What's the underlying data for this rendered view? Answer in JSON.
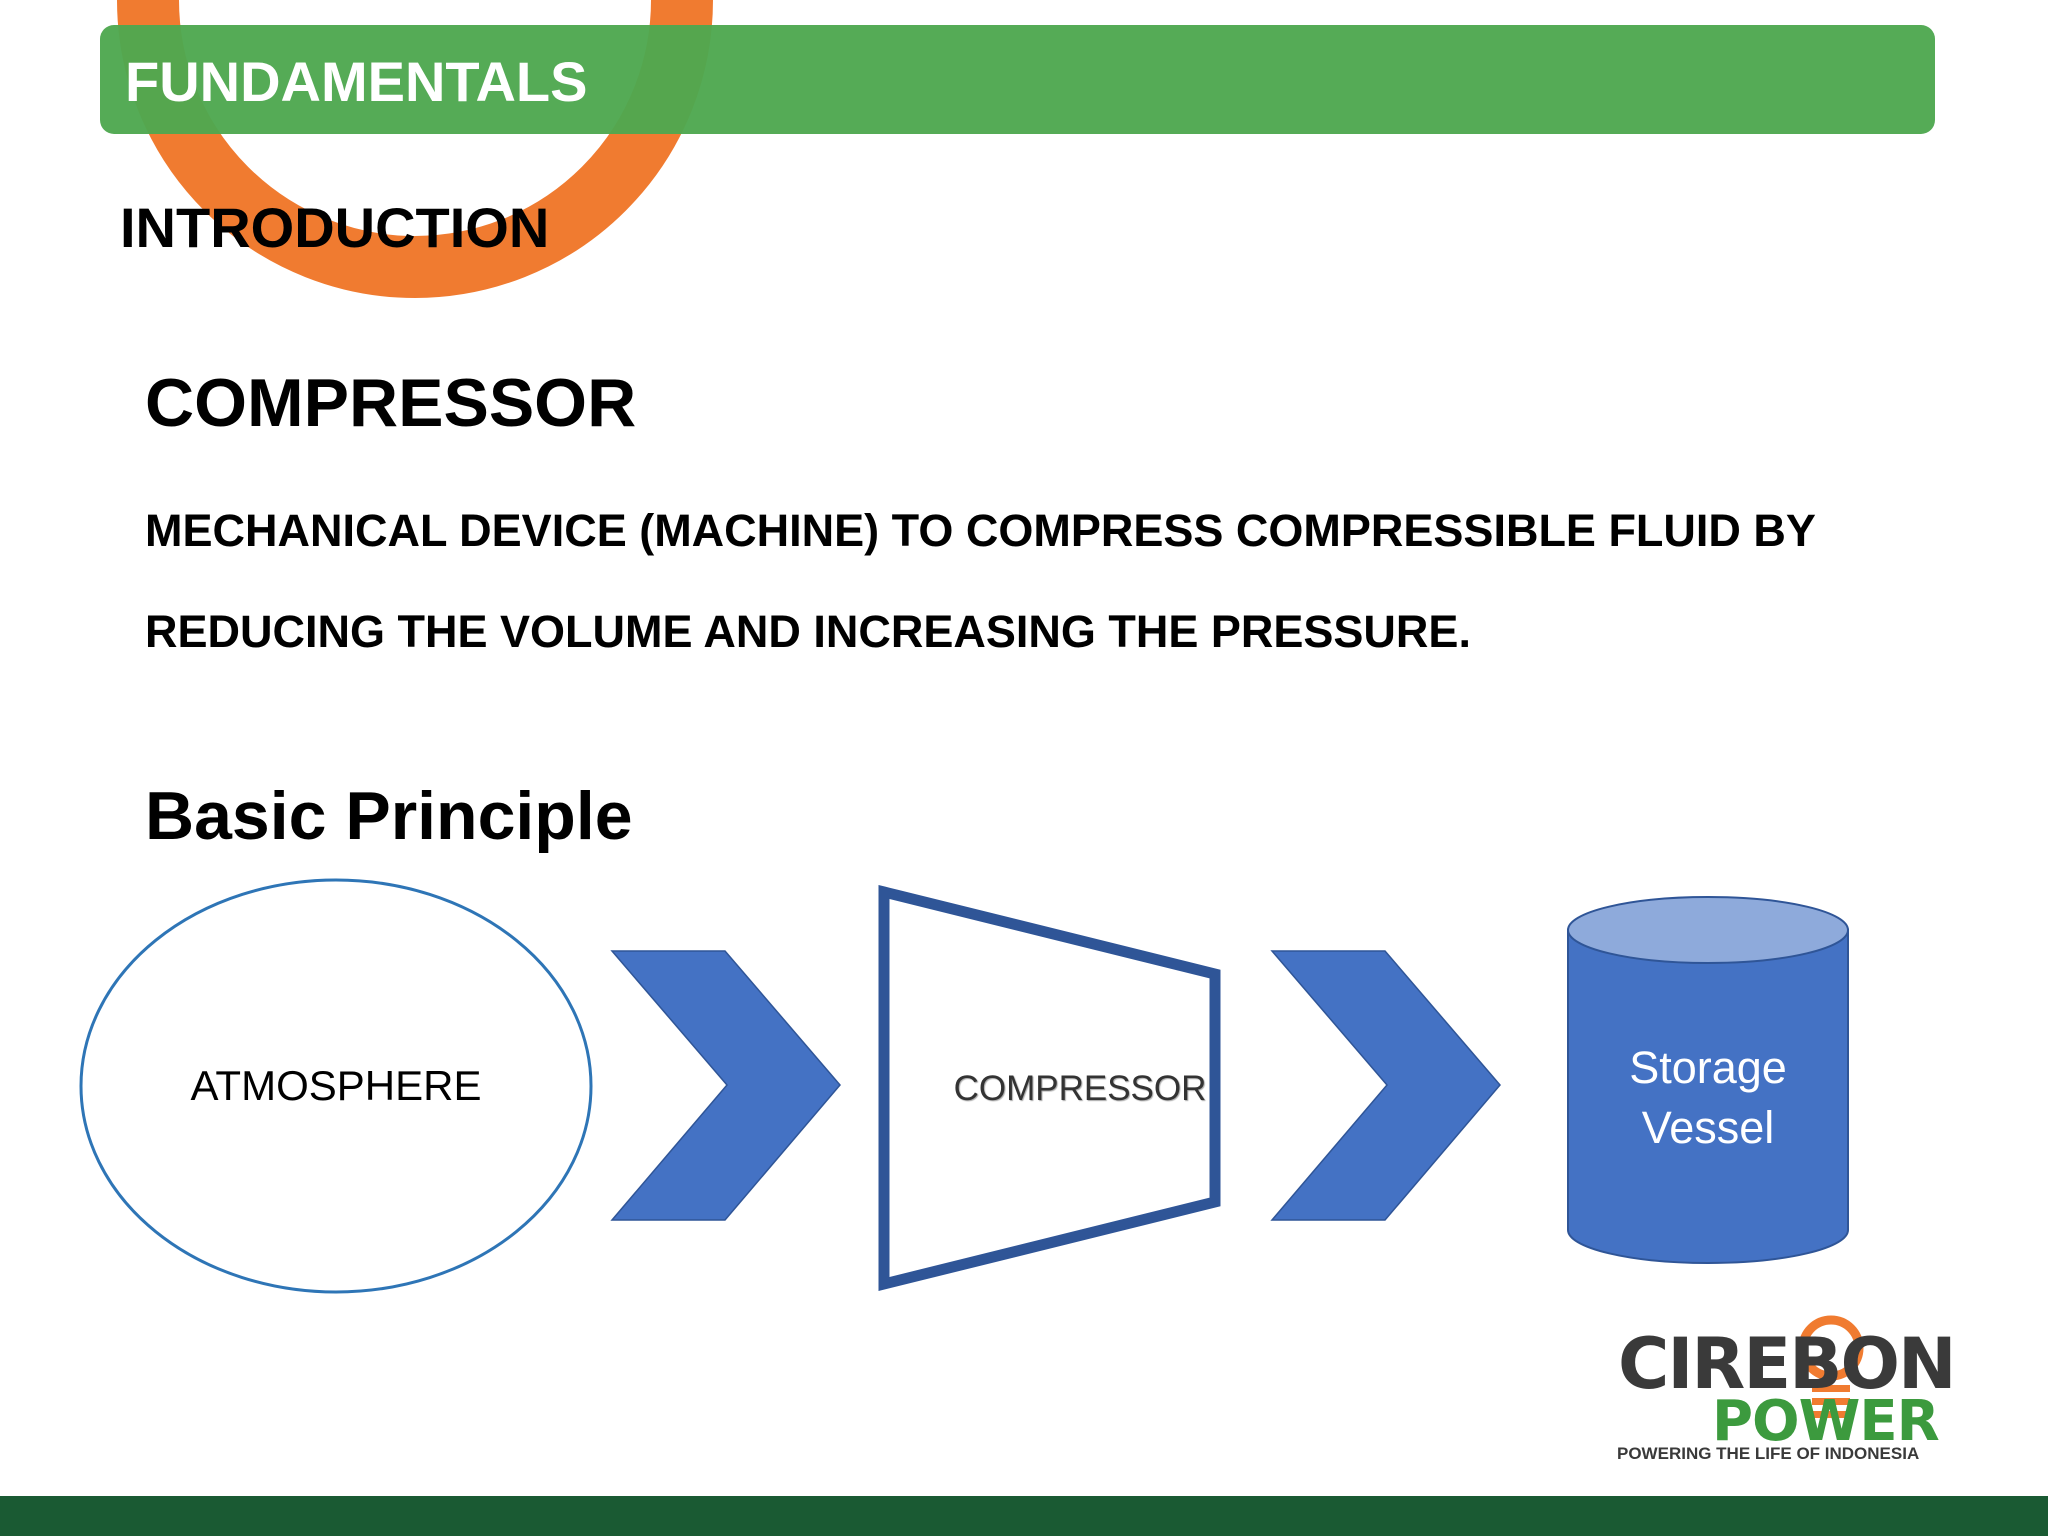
{
  "header": {
    "title": "FUNDAMENTALS"
  },
  "section_title": "INTRODUCTION",
  "main_heading": "COMPRESSOR",
  "definition": {
    "line1": "MECHANICAL DEVICE (MACHINE) TO COMPRESS COMPRESSIBLE FLUID BY",
    "line2": "REDUCING THE VOLUME AND INCREASING THE PRESSURE."
  },
  "sub_heading": "Basic Principle",
  "diagram": {
    "atmosphere_label": "ATMOSPHERE",
    "compressor_label": "COMPRESSOR",
    "storage_label_line1": "Storage",
    "storage_label_line2": "Vessel"
  },
  "logo": {
    "top_word": "CIREBON",
    "bottom_word": "POWER",
    "tagline": "POWERING THE LIFE OF INDONESIA"
  },
  "colors": {
    "header_green": "#4ea84f",
    "orange_arc": "#f07b30",
    "footer_green": "#1a5a33",
    "arrow_blue": "#4472c4",
    "compressor_outline": "#2f5597",
    "cylinder_top": "#8eaadb"
  }
}
